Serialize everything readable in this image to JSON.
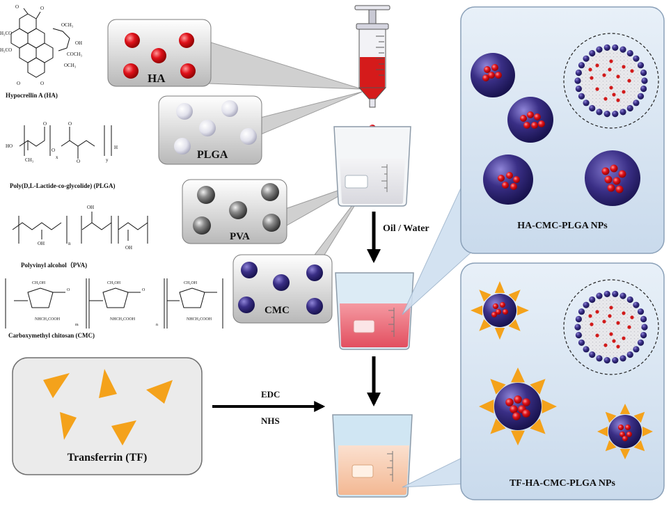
{
  "chemicals": {
    "ha_name": "Hypocrellin A (HA)",
    "plga_name": "Poly(D,L-Lactide-co-glycolide) (PLGA)",
    "pva_name": "Polyvinyl alcohol（PVA)",
    "cmc_name": "Carboxymethyl chitosan (CMC)"
  },
  "callouts": {
    "ha": "HA",
    "plga": "PLGA",
    "pva": "PVA",
    "cmc": "CMC",
    "tf": "Transferrin (TF)"
  },
  "process": {
    "oil_water": "Oil / Water",
    "edc": "EDC",
    "nhs": "NHS"
  },
  "products": {
    "np1": "HA-CMC-PLGA NPs",
    "np2": "TF-HA-CMC-PLGA NPs"
  },
  "colors": {
    "ha_red": "#e0121b",
    "plga_white": "#e6e6ef",
    "pva_grey": "#6b6b6b",
    "cmc_purple": "#3a2f86",
    "tf_orange": "#f4a21b",
    "drug_red": "#d11a1a",
    "beaker_pink": "#ec6b78",
    "beaker_peach": "#f6c6a6",
    "panel_blue": "#dce8f5"
  }
}
